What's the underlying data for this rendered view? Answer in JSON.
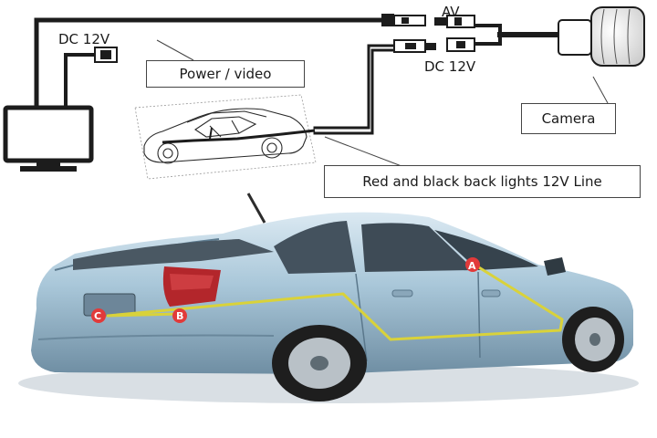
{
  "labels": {
    "dc12v_monitor": "DC 12V",
    "av": "AV",
    "dc12v_camera": "DC 12V",
    "power_video": "Power / video",
    "camera": "Camera",
    "backlights": "Red and black back lights 12V Line"
  },
  "points": {
    "a": "A",
    "b": "B",
    "c": "C"
  },
  "colors": {
    "wire": "#1c1c1c",
    "car_body": "#a9c7d9",
    "car_highlight": "#dbe9f2",
    "car_shadow": "#6f8ea3",
    "window": "#44525e",
    "route": "#d9d23a",
    "tail_light": "#b3262b",
    "point_marker": "#e23a3a"
  }
}
